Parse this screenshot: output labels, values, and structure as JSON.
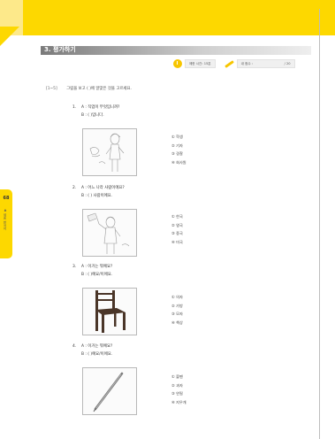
{
  "page_number": "68",
  "side_tab_text": "♣ 세종 한국어",
  "section": {
    "number": "3.",
    "title": "평가하기"
  },
  "info_bar": {
    "time_label": "제한 시간: 15분",
    "score_label": "내 점수 :",
    "score_total": "/ 20"
  },
  "instruction": {
    "range": "[1~5]",
    "text": "그림을 보고 (          )에 알맞은 것을 고르세요."
  },
  "questions": [
    {
      "number": "1.",
      "line_a": "A : 직업이 무엇입니까?",
      "line_b": "B : (          )입니다.",
      "options": [
        "① 학생",
        "② 기자",
        "③ 경찰",
        "④ 회사원"
      ],
      "image_icon": "student-girl-drawing"
    },
    {
      "number": "2.",
      "line_a": "A : 어느 나라 사람이에요?",
      "line_b": "B : (          ) 사람이에요.",
      "options": [
        "① 한국",
        "② 영국",
        "③ 중국",
        "④ 미국"
      ],
      "image_icon": "flag-bearer-drawing"
    },
    {
      "number": "3.",
      "line_a": "A : 이거는 뭐예요?",
      "line_b": "B : (          )예요/이에요.",
      "options": [
        "① 의자",
        "② 가방",
        "③ 모자",
        "④ 책상"
      ],
      "image_icon": "chair-icon"
    },
    {
      "number": "4.",
      "line_a": "A : 이거는 뭐예요?",
      "line_b": "B : (          )예요/이에요.",
      "options": [
        "① 볼펜",
        "② 과자",
        "③ 연필",
        "④ 지우개"
      ],
      "image_icon": "pen-icon"
    }
  ]
}
